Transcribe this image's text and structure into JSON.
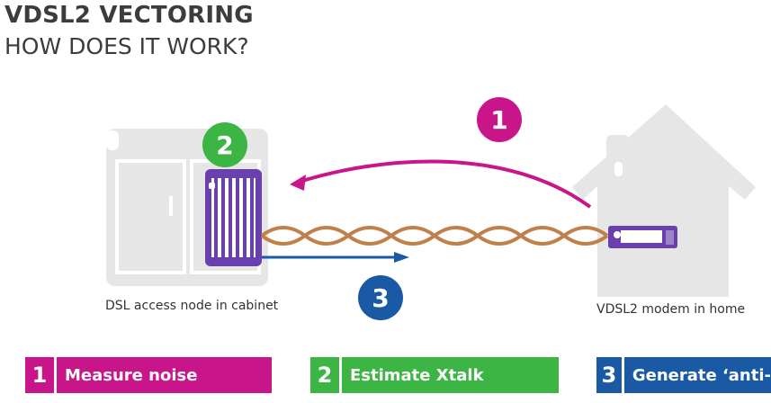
{
  "title": "VDSL2 VECTORING",
  "subtitle": "HOW DOES IT WORK?",
  "captions": {
    "cabinet": "DSL access node in cabinet",
    "modem": "VDSL2 modem in home"
  },
  "badges": {
    "measure": "1",
    "estimate": "2",
    "generate": "3"
  },
  "steps": [
    {
      "num": "1",
      "label": "Measure noise"
    },
    {
      "num": "2",
      "label": "Estimate Xtalk"
    },
    {
      "num": "3",
      "label": "Generate ‘anti-"
    }
  ],
  "colors": {
    "magenta": "#c8168a",
    "green": "#3cb544",
    "blue": "#1a5aa5",
    "purple": "#6a3fae",
    "cable": "#c0804a",
    "gray": "#e6e6e6"
  }
}
